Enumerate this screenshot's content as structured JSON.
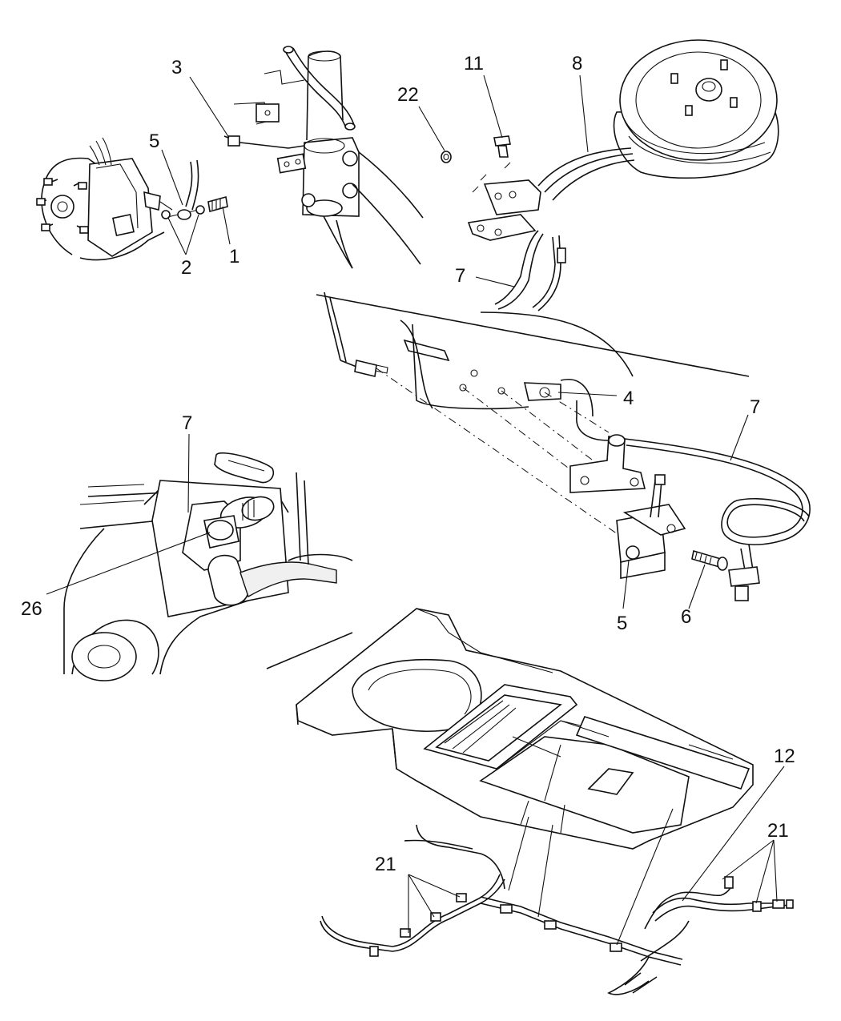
{
  "callouts": {
    "c1": "1",
    "c2": "2",
    "c3": "3",
    "c4": "4",
    "c5a": "5",
    "c5b": "5",
    "c6": "6",
    "c7a": "7",
    "c7b": "7",
    "c7c": "7",
    "c8": "8",
    "c11": "11",
    "c12": "12",
    "c21a": "21",
    "c21b": "21",
    "c22": "22",
    "c26": "26"
  }
}
